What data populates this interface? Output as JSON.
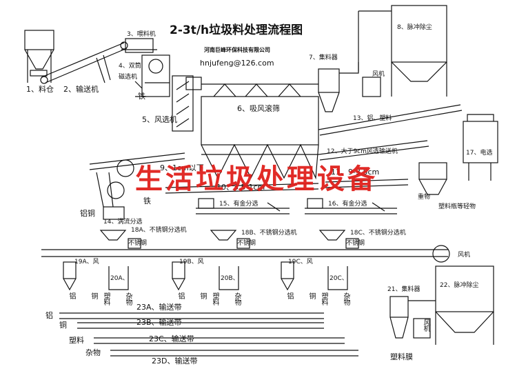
{
  "title": "2-3t/h垃圾料处理流程图",
  "company": "河南巨峰环保科技有限公司",
  "email": "hnjufeng@126.com",
  "watermark": "生活垃圾处理设备",
  "labels": {
    "l1": "1、料仓",
    "l2": "2、输送机",
    "l3": "3、喂料机",
    "l4a": "4、双筒",
    "l4b": "磁选机",
    "iron1": "铁",
    "l5": "5、风选机",
    "l6": "6、吸风滚筛",
    "l7": "7、集料器",
    "fan7": "风机",
    "l8": "8、脉冲除尘",
    "l13": "13、铝、塑料",
    "l12": "12、大于9cm风选输送机",
    "l17": "17、电选",
    "l9a": "9、1cm以下",
    "iron2": "铁",
    "l9b": "11、9-3.5cm",
    "l10": "10、3.5-1cm",
    "heavy": "重物",
    "plastic_bottle": "塑料瓶等轻物",
    "cuglass": "铝铜",
    "l14": "14、涡流分选",
    "l15": "15、有金分选",
    "l16": "16、有金分选",
    "l18a": "18A、不锈钢分选机",
    "l18b": "18B、不锈钢分选机",
    "l18c": "18C、不锈钢分选机",
    "l19a": "19A、风",
    "l19b": "19B、风",
    "l19c": "19C、风",
    "l20a": "20A、",
    "l20b": "20B、",
    "l20c": "20C、",
    "fan22": "风机",
    "l21": "21、集料器",
    "l22": "22、脉冲除尘",
    "fan21": "风机",
    "plastic_film": "塑料膜",
    "l23a": "23A、输送带",
    "l23b": "23B、输送带",
    "l23c": "23C、输送带",
    "l23d": "23D、输送带",
    "out_al": "铝",
    "out_cu": "铜",
    "out_plastic": "塑料",
    "out_misc": "杂物",
    "v_al": "铝",
    "v_cu": "铜",
    "v_pl": "塑料",
    "v_mi": "杂物",
    "steel": "不锈钢"
  }
}
